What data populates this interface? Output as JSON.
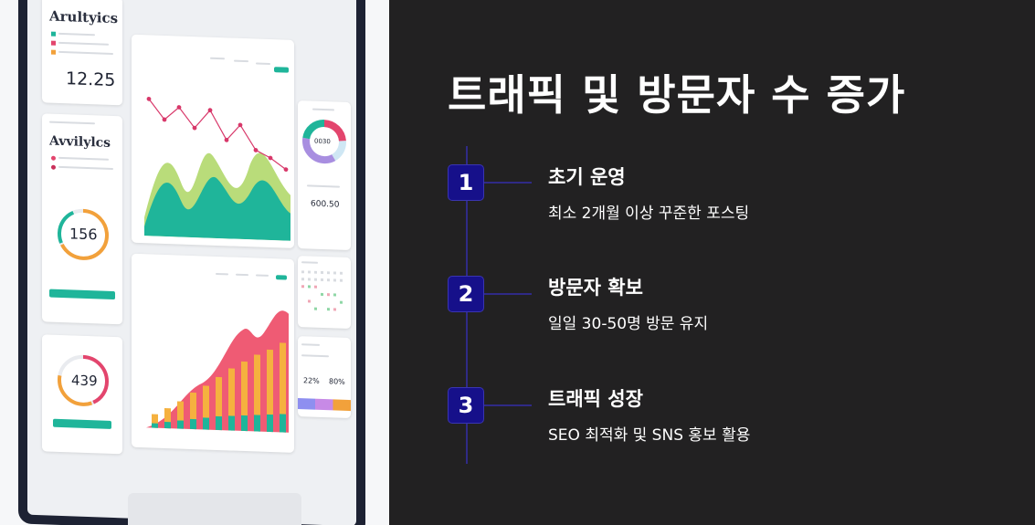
{
  "illustration": {
    "analytics_title": "Arultyics",
    "analytics_value": "12.25",
    "activity_title": "Avvilylcs",
    "ring_value_1": "156",
    "ring_value_2": "439",
    "donut_label": "0030",
    "donut_value": "600.50",
    "kpi_1": "22%",
    "kpi_2": "80%"
  },
  "slide": {
    "title": "트래픽 및 방문자 수 증가",
    "steps": [
      {
        "number": "1",
        "title": "초기 운영",
        "description": "최소 2개월 이상 꾸준한 포스팅"
      },
      {
        "number": "2",
        "title": "방문자 확보",
        "description": "일일 30-50명 방문 유지"
      },
      {
        "number": "3",
        "title": "트래픽 성장",
        "description": "SEO 최적화 및 SNS 홍보 활용"
      }
    ]
  },
  "colors": {
    "background": "#222122",
    "accent": "#16108a",
    "timeline": "#2f2a86",
    "text": "#ffffff"
  }
}
